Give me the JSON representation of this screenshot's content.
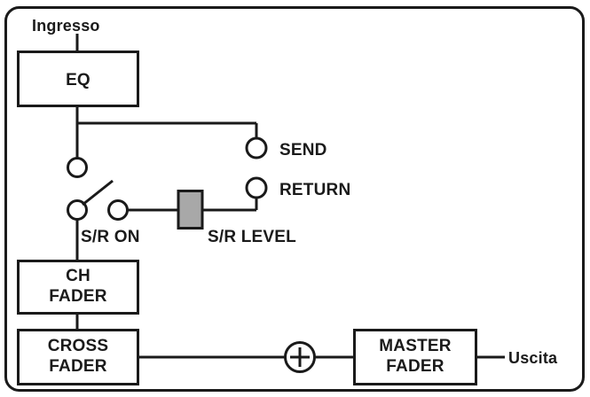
{
  "diagram": {
    "title_label": "Ingresso",
    "output_label": "Uscita",
    "colors": {
      "stroke": "#1a1a1a",
      "background": "#ffffff",
      "fader_fill": "#a8a8a8",
      "box_fill": "#ffffff"
    },
    "blocks": [
      {
        "id": "eq",
        "label": "EQ",
        "line1": "EQ",
        "line2": ""
      },
      {
        "id": "ch-fader",
        "label": "CH FADER",
        "line1": "CH",
        "line2": "FADER"
      },
      {
        "id": "cross-fader",
        "label": "CROSS FADER",
        "line1": "CROSS",
        "line2": "FADER"
      },
      {
        "id": "master-fader",
        "label": "MASTER FADER",
        "line1": "MASTER",
        "line2": "FADER"
      }
    ],
    "jacks": [
      {
        "id": "send",
        "label": "SEND"
      },
      {
        "id": "return",
        "label": "RETURN"
      }
    ],
    "controls": [
      {
        "id": "sr-on",
        "label": "S/R ON",
        "type": "switch"
      },
      {
        "id": "sr-level",
        "label": "S/R LEVEL",
        "type": "fader"
      }
    ],
    "summing": {
      "id": "summing-node",
      "symbol": "+"
    }
  }
}
